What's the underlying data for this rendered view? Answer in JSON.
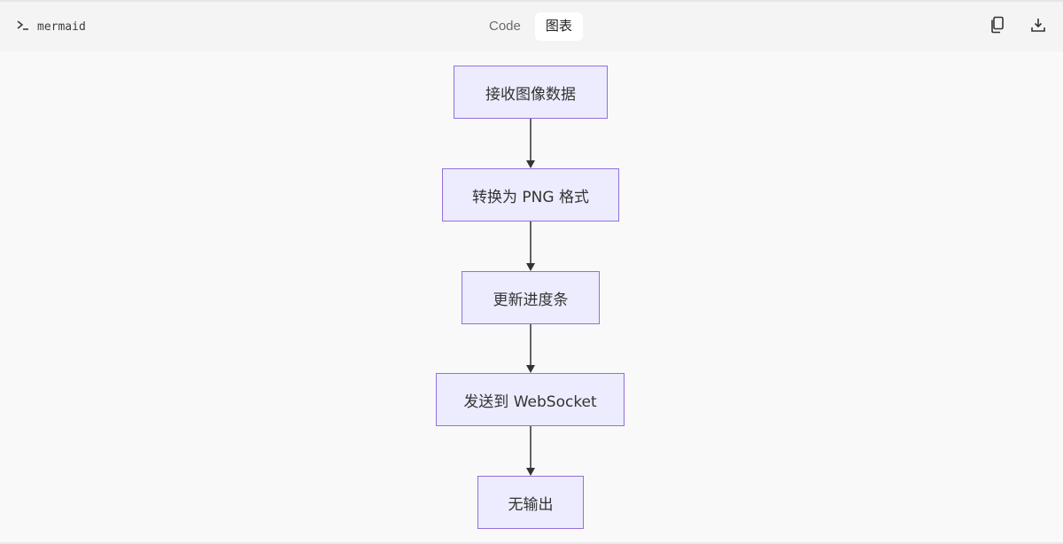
{
  "header": {
    "prompt_icon": "terminal-prompt-icon",
    "language": "mermaid",
    "tabs": [
      {
        "label": "Code",
        "active": false
      },
      {
        "label": "图表",
        "active": true
      }
    ],
    "actions": [
      {
        "name": "copy-icon",
        "label": "Copy"
      },
      {
        "name": "download-icon",
        "label": "Download"
      }
    ]
  },
  "diagram": {
    "type": "flowchart",
    "direction": "TD",
    "colors": {
      "node_fill": "#ececfe",
      "node_border": "#9370db",
      "edge": "#333333",
      "text": "#333333"
    },
    "nodes": [
      {
        "id": "A",
        "label": "接收图像数据"
      },
      {
        "id": "B",
        "label": "转换为 PNG 格式"
      },
      {
        "id": "C",
        "label": "更新进度条"
      },
      {
        "id": "D",
        "label": "发送到 WebSocket"
      },
      {
        "id": "E",
        "label": "无输出"
      }
    ],
    "edges": [
      {
        "from": "A",
        "to": "B"
      },
      {
        "from": "B",
        "to": "C"
      },
      {
        "from": "C",
        "to": "D"
      },
      {
        "from": "D",
        "to": "E"
      }
    ]
  }
}
